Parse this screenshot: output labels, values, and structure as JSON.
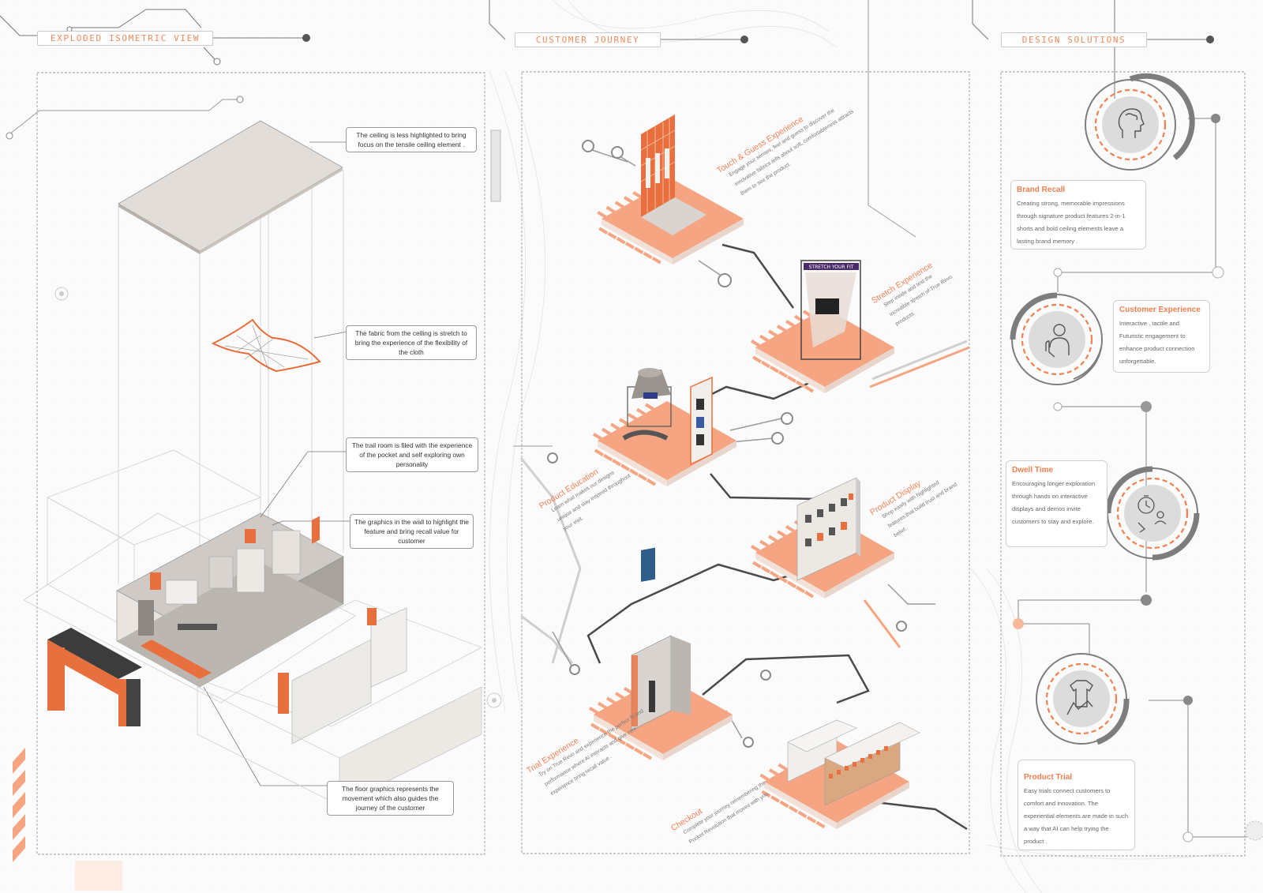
{
  "sections": {
    "exploded": "EXPLODED ISOMETRIC VIEW",
    "journey": "CUSTOMER JOURNEY",
    "solutions": "DESIGN SOLUTIONS"
  },
  "callouts": {
    "ceiling": "The ceiling is less highlighted to bring focus on the tensile ceiling element .",
    "fabric": "The  fabric from the ceiling is stretch to bring the experience of the flexibility of the cloth",
    "trial_room": "The trail room is filed with the experience of the pocket and self exploring own personality",
    "graphics": "The graphics in the wall to highlight the feature and bring recall value for customer",
    "floor": "The floor graphics represents the movement which also guides the journey of the customer"
  },
  "journey_steps": {
    "touch": {
      "title": "Touch & Guess Experience",
      "body": "Engage your senses, feel and guess to discover the innovative fabrics tells about soft, comfortableness attracts them to see the product."
    },
    "stretch": {
      "title": "Stretch Experience",
      "body": "Step inside and test the incredible stretch of True Revo products."
    },
    "education": {
      "title": "Product Education",
      "body": "Learn what makes our designs unique and stay inspired throughout your visit."
    },
    "display": {
      "title": "Product Display",
      "body": "Shop easily with highlighted features that build trust and brand belief."
    },
    "trial": {
      "title": "Trial Experience",
      "body": "Try on True Revo and experience the perfect fit and performance where AI interacts and give new experience bring recall value ."
    },
    "checkout": {
      "title": "Checkout",
      "body": "Complete your journey remembering the Pocket Revolution that moves with you."
    }
  },
  "stretch_screen_text": "STRETCH YOUR FIT",
  "design_solutions": {
    "brand_recall": {
      "title": "Brand Recall",
      "body": "Creating strong, memorable impressions through signature product features 2-in-1 shorts and bold ceiling elements leave a lasting brand memory ."
    },
    "customer_experience": {
      "title": "Customer Experience",
      "body": "Interactive , tactile and Futuristic engagement to enhance product connection unforgettable."
    },
    "dwell_time": {
      "title": "Dwell Time",
      "body": "Encouraging longer exploration through hands on interactive displays and demos invite customers to stay and explore."
    },
    "product_trial": {
      "title": "Product Trial",
      "body": "Easy trials connect customers to comfort and innovation. The experiential elements are made in such a way that AI can help trying the product ."
    }
  },
  "icons": [
    "brain-head-icon",
    "touch-hand-icon",
    "stopwatch-people-icon",
    "tshirt-hand-icon"
  ],
  "colors": {
    "accent": "#f28a5c",
    "platform": "#f6a583",
    "dark_line": "#4a4a4a",
    "grey_circle": "#d9d9d9"
  }
}
